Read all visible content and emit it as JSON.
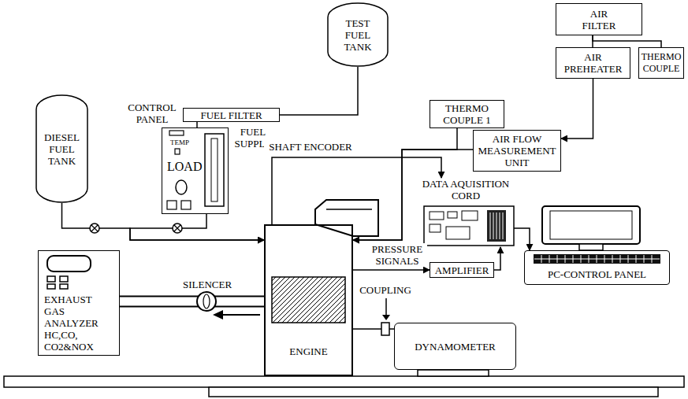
{
  "diagram": {
    "nodes": [
      {
        "text": [
          "TEST FUEL TANK"
        ]
      },
      {
        "text": [
          "AIR FILTER"
        ]
      },
      {
        "text": [
          "AIR PREHEATER"
        ]
      },
      {
        "text": [
          "THERMO COUPLE"
        ]
      },
      {
        "text": [
          "THERMO COUPLE 1"
        ]
      },
      {
        "text": [
          "FUEL FILTER"
        ]
      },
      {
        "text": [
          "CONTROL PANEL",
          "TEMP",
          "LOAD"
        ]
      },
      {
        "text": [
          "DIESEL FUEL TANK"
        ]
      },
      {
        "text": [
          "AIR FLOW MEASUREMENT UNIT"
        ]
      },
      {
        "text": [
          "DATA AQUISITION CORD"
        ]
      },
      {
        "text": [
          "PC-CONTROL PANEL"
        ]
      },
      {
        "text": [
          "AMPLIFIER"
        ]
      },
      {
        "text": [
          "EXHAUST GAS ANALYZER HC,CO, CO2&NOX"
        ]
      },
      {
        "text": [
          "ENGINE"
        ]
      },
      {
        "text": [
          "DYNAMOMETER"
        ]
      }
    ],
    "edges": [
      {
        "from": 0,
        "to": 5,
        "arrow": "none"
      },
      {
        "from": 5,
        "to": 6,
        "arrow": "none"
      },
      {
        "from": 7,
        "to": 13,
        "arrow": "to"
      },
      {
        "from": 6,
        "to": 13,
        "arrow": "to"
      },
      {
        "from": 1,
        "to": 2,
        "arrow": "none"
      },
      {
        "from": 1,
        "to": 3,
        "arrow": "none"
      },
      {
        "from": 2,
        "to": 8,
        "arrow": "to"
      },
      {
        "from": 8,
        "to": 13,
        "arrow": "to"
      },
      {
        "from": 4,
        "to": 13,
        "arrow": "to"
      },
      {
        "from": 13,
        "to": 9,
        "arrow": "to",
        "label": "SHAFT ENCODER"
      },
      {
        "from": 13,
        "to": 11,
        "arrow": "to",
        "label": "PRESSURE SIGNALS"
      },
      {
        "from": 11,
        "to": 9,
        "arrow": "to"
      },
      {
        "from": 9,
        "to": 10,
        "arrow": "to"
      },
      {
        "from": 13,
        "to": 12,
        "arrow": "none"
      },
      {
        "from": 13,
        "to": 14,
        "arrow": "none"
      }
    ],
    "labels": [
      "FUEL SUPPLY",
      "SILENCER",
      "COUPLING"
    ]
  }
}
